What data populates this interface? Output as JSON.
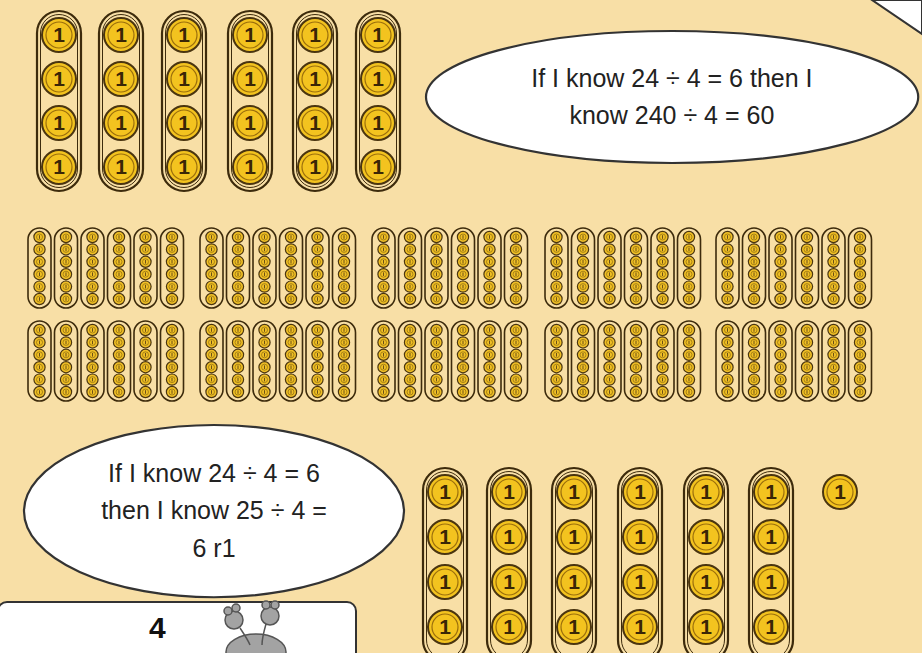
{
  "diagram": {
    "nodes": [
      {
        "text": [
          "1"
        ]
      },
      {
        "text": [
          "1"
        ]
      },
      {
        "text": [
          "1"
        ]
      },
      {
        "text": [
          "1"
        ]
      },
      {
        "text": [
          "1"
        ]
      },
      {
        "text": [
          "1"
        ]
      },
      {
        "text": [
          "1"
        ]
      },
      {
        "text": [
          "1"
        ]
      },
      {
        "text": [
          "1"
        ]
      },
      {
        "text": [
          "1"
        ]
      },
      {
        "text": [
          "1"
        ]
      },
      {
        "text": [
          "1"
        ]
      },
      {
        "text": [
          "1"
        ]
      },
      {
        "text": [
          "1"
        ]
      },
      {
        "text": [
          "1"
        ]
      },
      {
        "text": [
          "1"
        ]
      },
      {
        "text": [
          "1"
        ]
      },
      {
        "text": [
          "1"
        ]
      },
      {
        "text": [
          "1"
        ]
      },
      {
        "text": [
          "1"
        ]
      },
      {
        "text": [
          "1"
        ]
      },
      {
        "text": [
          "1"
        ]
      },
      {
        "text": [
          "1"
        ]
      },
      {
        "text": [
          "1"
        ]
      },
      {
        "text": [
          "If I know 24 ÷ 4 = 6 then I know 240 ÷ 4 = 60"
        ]
      },
      {
        "text": [
          "If I know 24 ÷ 4 = 6 then I know 25 ÷ 4 = 6 r1"
        ]
      },
      {
        "text": [
          "1"
        ]
      },
      {
        "text": [
          "1"
        ]
      },
      {
        "text": [
          "1"
        ]
      },
      {
        "text": [
          "1"
        ]
      },
      {
        "text": [
          "1"
        ]
      },
      {
        "text": [
          "1"
        ]
      },
      {
        "text": [
          "1"
        ]
      },
      {
        "text": [
          "1"
        ]
      },
      {
        "text": [
          "1"
        ]
      },
      {
        "text": [
          "1"
        ]
      },
      {
        "text": [
          "1"
        ]
      },
      {
        "text": [
          "1"
        ]
      },
      {
        "text": [
          "1"
        ]
      },
      {
        "text": [
          "1"
        ]
      },
      {
        "text": [
          "1"
        ]
      },
      {
        "text": [
          "1"
        ]
      },
      {
        "text": [
          "1"
        ]
      },
      {
        "text": [
          "1"
        ]
      },
      {
        "text": [
          "1"
        ]
      },
      {
        "text": [
          "1"
        ]
      },
      {
        "text": [
          "1"
        ]
      },
      {
        "text": [
          "1"
        ]
      },
      {
        "text": [
          "1"
        ]
      },
      {
        "text": [
          "1"
        ]
      },
      {
        "text": [
          "1"
        ]
      },
      {
        "text": [
          "4"
        ]
      }
    ]
  }
}
